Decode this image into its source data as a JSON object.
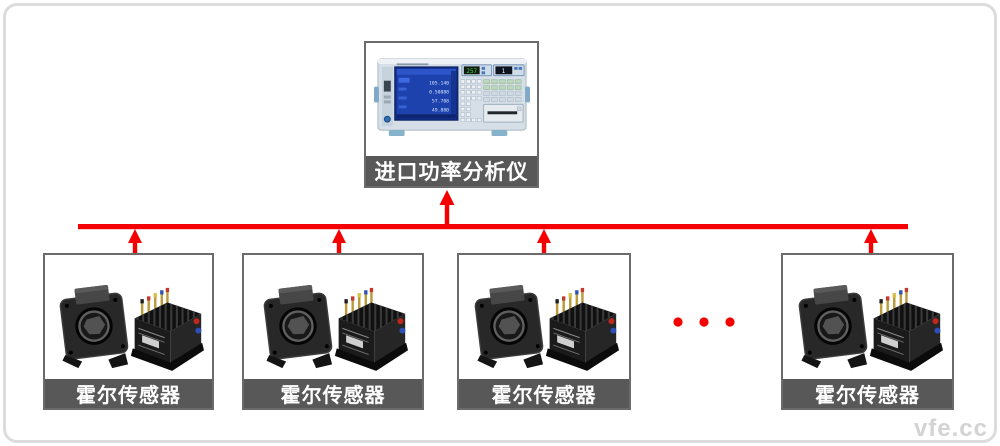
{
  "analyzer": {
    "label": "进口功率分析仪",
    "screen_values": [
      "105.140",
      "0.50888",
      "57.708",
      "49.880"
    ],
    "display_left": "257",
    "display_right": "1"
  },
  "sensors": [
    {
      "label": "霍尔传感器"
    },
    {
      "label": "霍尔传感器"
    },
    {
      "label": "霍尔传感器"
    },
    {
      "label": "霍尔传感器"
    }
  ],
  "ellipsis_dots": 3,
  "watermark": "vfe.cc",
  "colors": {
    "connector_red": "#f50000",
    "box_border": "#6b6b6b",
    "label_bar_bg": "#585858",
    "label_text": "#ffffff"
  }
}
